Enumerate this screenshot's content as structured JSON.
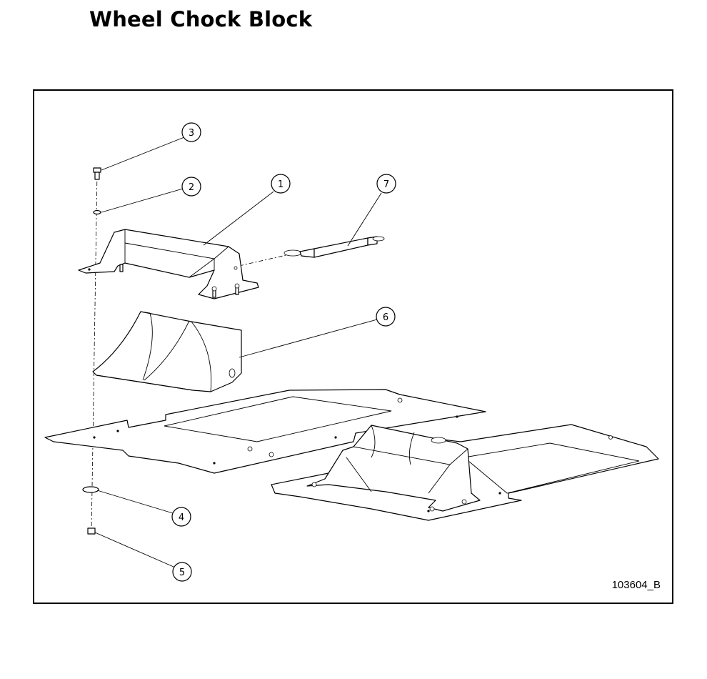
{
  "title": "Wheel Chock Block",
  "drawing_id": "103604_B",
  "callouts": [
    {
      "number": "1",
      "part": "chock-bracket"
    },
    {
      "number": "2",
      "part": "washer"
    },
    {
      "number": "3",
      "part": "bolt"
    },
    {
      "number": "4",
      "part": "flat-washer"
    },
    {
      "number": "5",
      "part": "nut"
    },
    {
      "number": "6",
      "part": "wheel-chock"
    },
    {
      "number": "7",
      "part": "lanyard-strap"
    }
  ]
}
